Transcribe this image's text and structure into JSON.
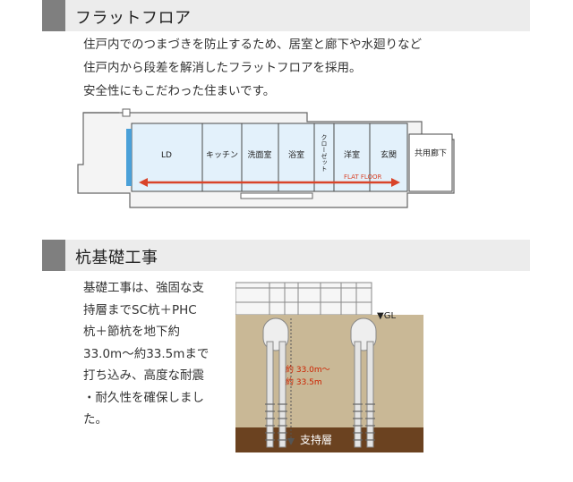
{
  "section1": {
    "title": "フラットフロア",
    "lines": [
      "住戸内でのつまづきを防止するため、居室と廊下や水廻りなど",
      "住戸内から段差を解消したフラットフロアを採用。",
      "安全性にもこだわった住まいです。"
    ]
  },
  "floor_diagram": {
    "rooms": [
      "LD",
      "キッチン",
      "洗面室",
      "浴室",
      "クローゼット",
      "洋室",
      "玄関"
    ],
    "corridor": "共用廊下",
    "arrow_label": "FLAT FLOOR",
    "colors": {
      "arrow": "#d9442a",
      "room_fill": "#e3f1fb",
      "room_stroke": "#4a4a4a",
      "window": "#4aa0d8"
    }
  },
  "section2": {
    "title": "杭基礎工事",
    "lines": [
      "基礎工事は、強固な支",
      "持層までSC杭＋PHC",
      "杭＋節杭を地下約",
      "33.0m～約33.5mまで",
      "打ち込み、高度な耐震",
      "・耐久性を確保しまし",
      "た。"
    ]
  },
  "pile_diagram": {
    "gl_label": "▼GL",
    "depth_label_1": "約 33.0m～",
    "depth_label_2": "約 33.5m",
    "bearing_label": "支持層",
    "colors": {
      "soil": "#c9b896",
      "bearing": "#6b4220",
      "depth_text": "#cc2200"
    }
  }
}
